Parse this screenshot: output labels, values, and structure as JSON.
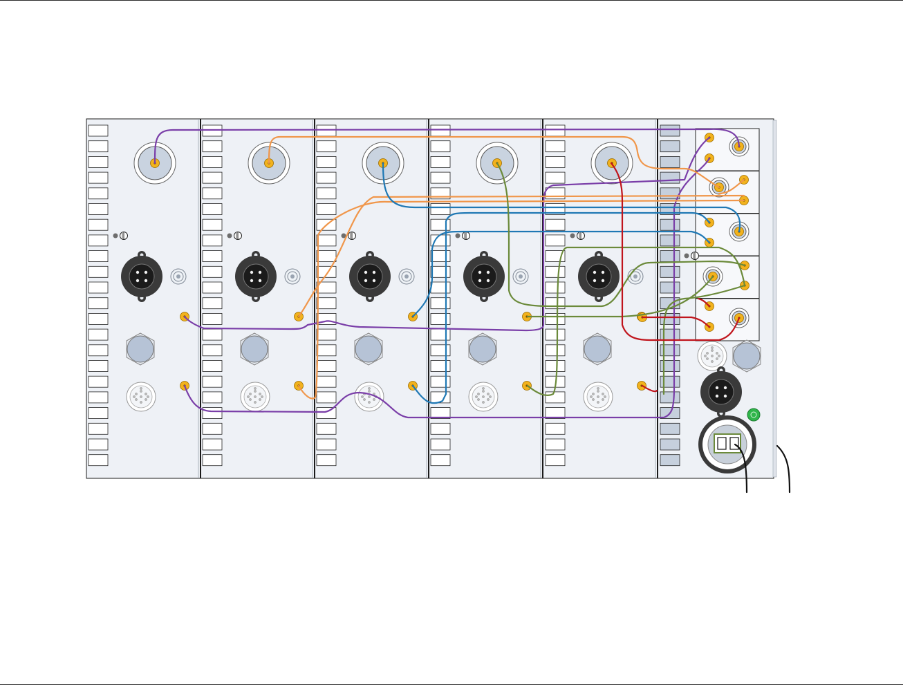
{
  "colors": {
    "panel_bg": "#eef1f6",
    "panel_border": "#1a1a1a",
    "tab_fill": "#ffffff",
    "tab_fill_control": "#c6d0dd",
    "bnc_fill": "#c9d3e0",
    "knob_fill": "#b6c3d6",
    "xlr_body": "#3a3a3a",
    "jack": "#f2b21d",
    "led_green": "#2fb54a",
    "cable_purple": "#7a3ea8",
    "cable_orange": "#f0964a",
    "cable_blue": "#1f78b4",
    "cable_green": "#6b8a3a",
    "cable_red": "#c0141c",
    "cable_black": "#111111"
  },
  "rack": {
    "module_count": 5,
    "modules": [
      {
        "icons": [
          "bnc-connector-icon",
          "ground-screw-icon",
          "xlr-connector-icon",
          "small-coax-icon",
          "patch-jack-icon",
          "knob-icon",
          "patch-jack-icon",
          "multipin-connector-icon"
        ]
      },
      {
        "icons": [
          "bnc-connector-icon",
          "ground-screw-icon",
          "xlr-connector-icon",
          "small-coax-icon",
          "patch-jack-icon",
          "knob-icon",
          "patch-jack-icon",
          "multipin-connector-icon"
        ]
      },
      {
        "icons": [
          "bnc-connector-icon",
          "ground-screw-icon",
          "xlr-connector-icon",
          "small-coax-icon",
          "patch-jack-icon",
          "knob-icon",
          "patch-jack-icon",
          "multipin-connector-icon"
        ]
      },
      {
        "icons": [
          "bnc-connector-icon",
          "ground-screw-icon",
          "xlr-connector-icon",
          "small-coax-icon",
          "patch-jack-icon",
          "knob-icon",
          "patch-jack-icon",
          "multipin-connector-icon"
        ]
      },
      {
        "icons": [
          "bnc-connector-icon",
          "ground-screw-icon",
          "xlr-connector-icon",
          "small-coax-icon",
          "patch-jack-icon",
          "knob-icon",
          "patch-jack-icon",
          "multipin-connector-icon"
        ]
      }
    ],
    "control_unit": {
      "icons": [
        "bnc-connector-icon",
        "patch-jack-icon",
        "multipin-connector-icon",
        "knob-icon",
        "xlr-connector-icon",
        "power-led-icon",
        "power-inlet-icon",
        "power-cable-icon"
      ]
    },
    "cable_colors": [
      "purple",
      "orange",
      "blue",
      "green",
      "red",
      "black"
    ]
  }
}
